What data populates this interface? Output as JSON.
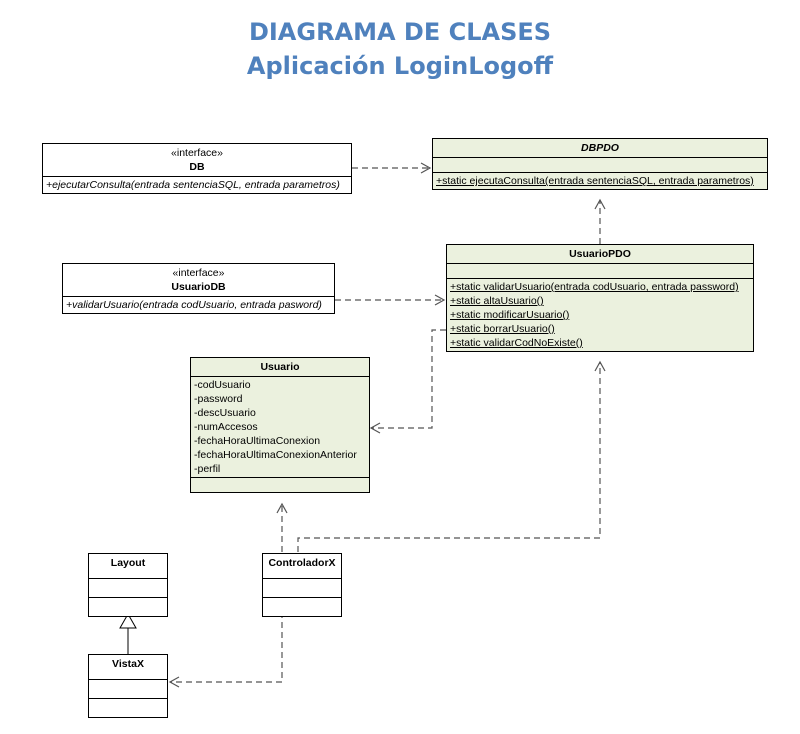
{
  "title": {
    "line1": "DIAGRAMA DE CLASES",
    "line2": "Aplicación LoginLogoff"
  },
  "colors": {
    "title": "#4f81bd",
    "class_fill": "#ebf1de",
    "interface_fill": "#ffffff",
    "line": "#555555"
  },
  "classes": {
    "db": {
      "stereotype": "«interface»",
      "name": "DB",
      "methods": [
        "+ejecutarConsulta(entrada sentenciaSQL, entrada parametros)"
      ]
    },
    "dbpdo": {
      "name": "DBPDO",
      "methods": [
        "+static ejecutaConsulta(entrada sentenciaSQL, entrada parametros)"
      ]
    },
    "usuariopdo": {
      "name": "UsuarioPDO",
      "methods": [
        "+static validarUsuario(entrada codUsuario, entrada password)",
        "+static altaUsuario()",
        "+static modificarUsuario()",
        "+static borrarUsuario()",
        "+static validarCodNoExiste()"
      ]
    },
    "usuariodb": {
      "stereotype": "«interface»",
      "name": "UsuarioDB",
      "methods": [
        "+validarUsuario(entrada codUsuario, entrada pasword)"
      ]
    },
    "usuario": {
      "name": "Usuario",
      "attributes": [
        "-codUsuario",
        "-password",
        "-descUsuario",
        "-numAccesos",
        "-fechaHoraUltimaConexion",
        "-fechaHoraUltimaConexionAnterior",
        "-perfil"
      ]
    },
    "layout": {
      "name": "Layout"
    },
    "controladorx": {
      "name": "ControladorX"
    },
    "vistax": {
      "name": "VistaX"
    }
  }
}
